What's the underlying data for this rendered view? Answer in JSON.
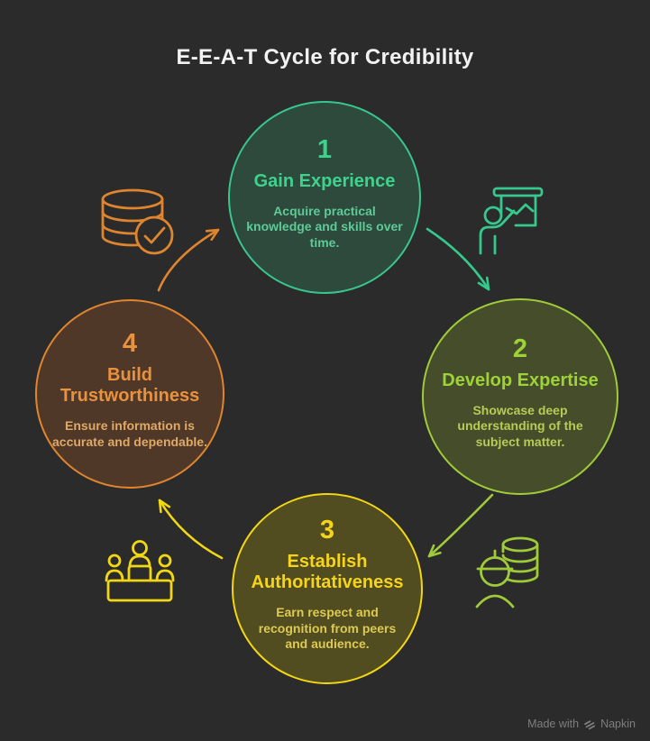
{
  "title": "E-E-A-T Cycle for Credibility",
  "background_color": "#2b2b2b",
  "title_color": "#f2f2f2",
  "steps": [
    {
      "number": "1",
      "title": "Gain Experience",
      "description": "Acquire practical knowledge and skills over time.",
      "accent_color": "#38c68f",
      "fill_color": "#2d4a3c",
      "icon": "presenter-chart-icon"
    },
    {
      "number": "2",
      "title": "Develop Expertise",
      "description": "Showcase deep understanding of the subject matter.",
      "accent_color": "#a0cb39",
      "fill_color": "#454d2a",
      "icon": "expert-database-icon"
    },
    {
      "number": "3",
      "title": "Establish Authoritativeness",
      "description": "Earn respect and recognition from peers and audience.",
      "accent_color": "#f2d713",
      "fill_color": "#524c21",
      "icon": "podium-people-icon"
    },
    {
      "number": "4",
      "title": "Build Trustworthiness",
      "description": "Ensure information is accurate and dependable.",
      "accent_color": "#e0852f",
      "fill_color": "#4f3827",
      "icon": "database-check-icon"
    }
  ],
  "footer": {
    "made_with": "Made with",
    "brand": "Napkin",
    "color": "#7e7e7e"
  }
}
